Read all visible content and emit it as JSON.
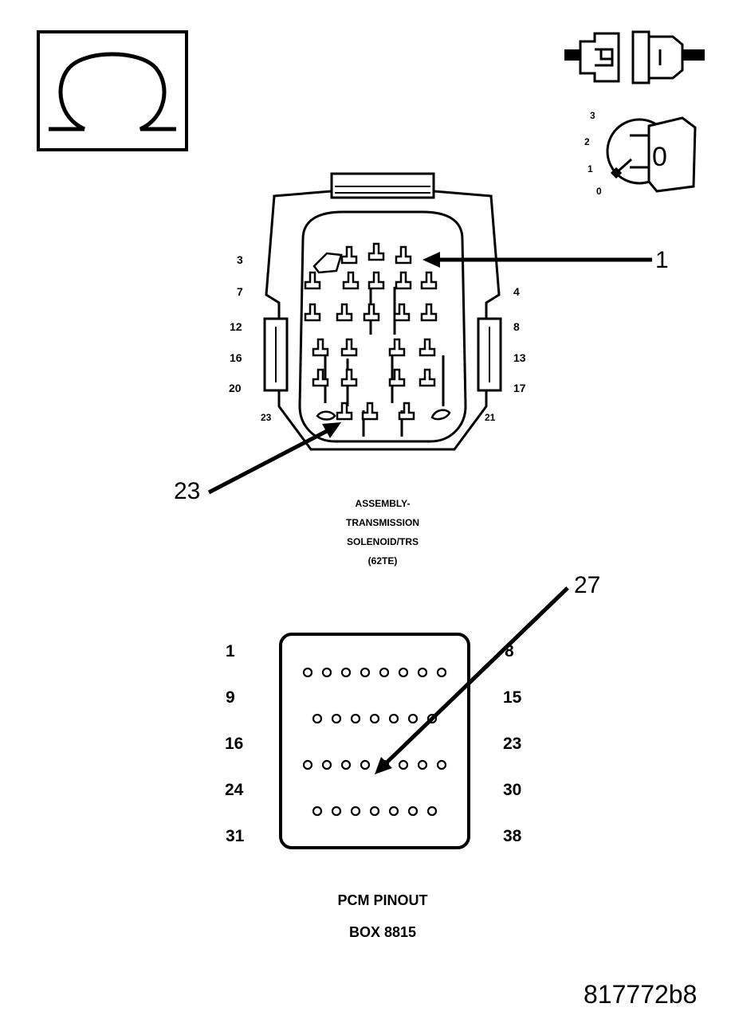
{
  "ohm_icon": {
    "icon": "ohm-symbol-icon"
  },
  "disconnect_icon": {
    "icon": "connector-disconnected-icon"
  },
  "ignition": {
    "icon": "ignition-key-icon",
    "positions": [
      "3",
      "2",
      "1",
      "0"
    ],
    "key_label": "0"
  },
  "connector_a": {
    "pins_left": [
      "3",
      "7",
      "12",
      "16",
      "20",
      "23"
    ],
    "pins_right": [
      "4",
      "8",
      "13",
      "17",
      "21"
    ],
    "callout_1": "1",
    "callout_23": "23",
    "caption": [
      "ASSEMBLY-",
      "TRANSMISSION",
      "SOLENOID/TRS",
      "(62TE)"
    ]
  },
  "pcm": {
    "callout_27": "27",
    "rows": [
      {
        "left": "1",
        "right": "8",
        "holes": 8
      },
      {
        "left": "9",
        "right": "15",
        "holes": 7
      },
      {
        "left": "16",
        "right": "23",
        "holes": 8
      },
      {
        "left": "24",
        "right": "30",
        "holes": 7
      },
      {
        "left": "31",
        "right": "38",
        "holes": 8
      }
    ],
    "caption": [
      "PCM PINOUT",
      "BOX 8815"
    ]
  },
  "figure_id": "817772b8"
}
